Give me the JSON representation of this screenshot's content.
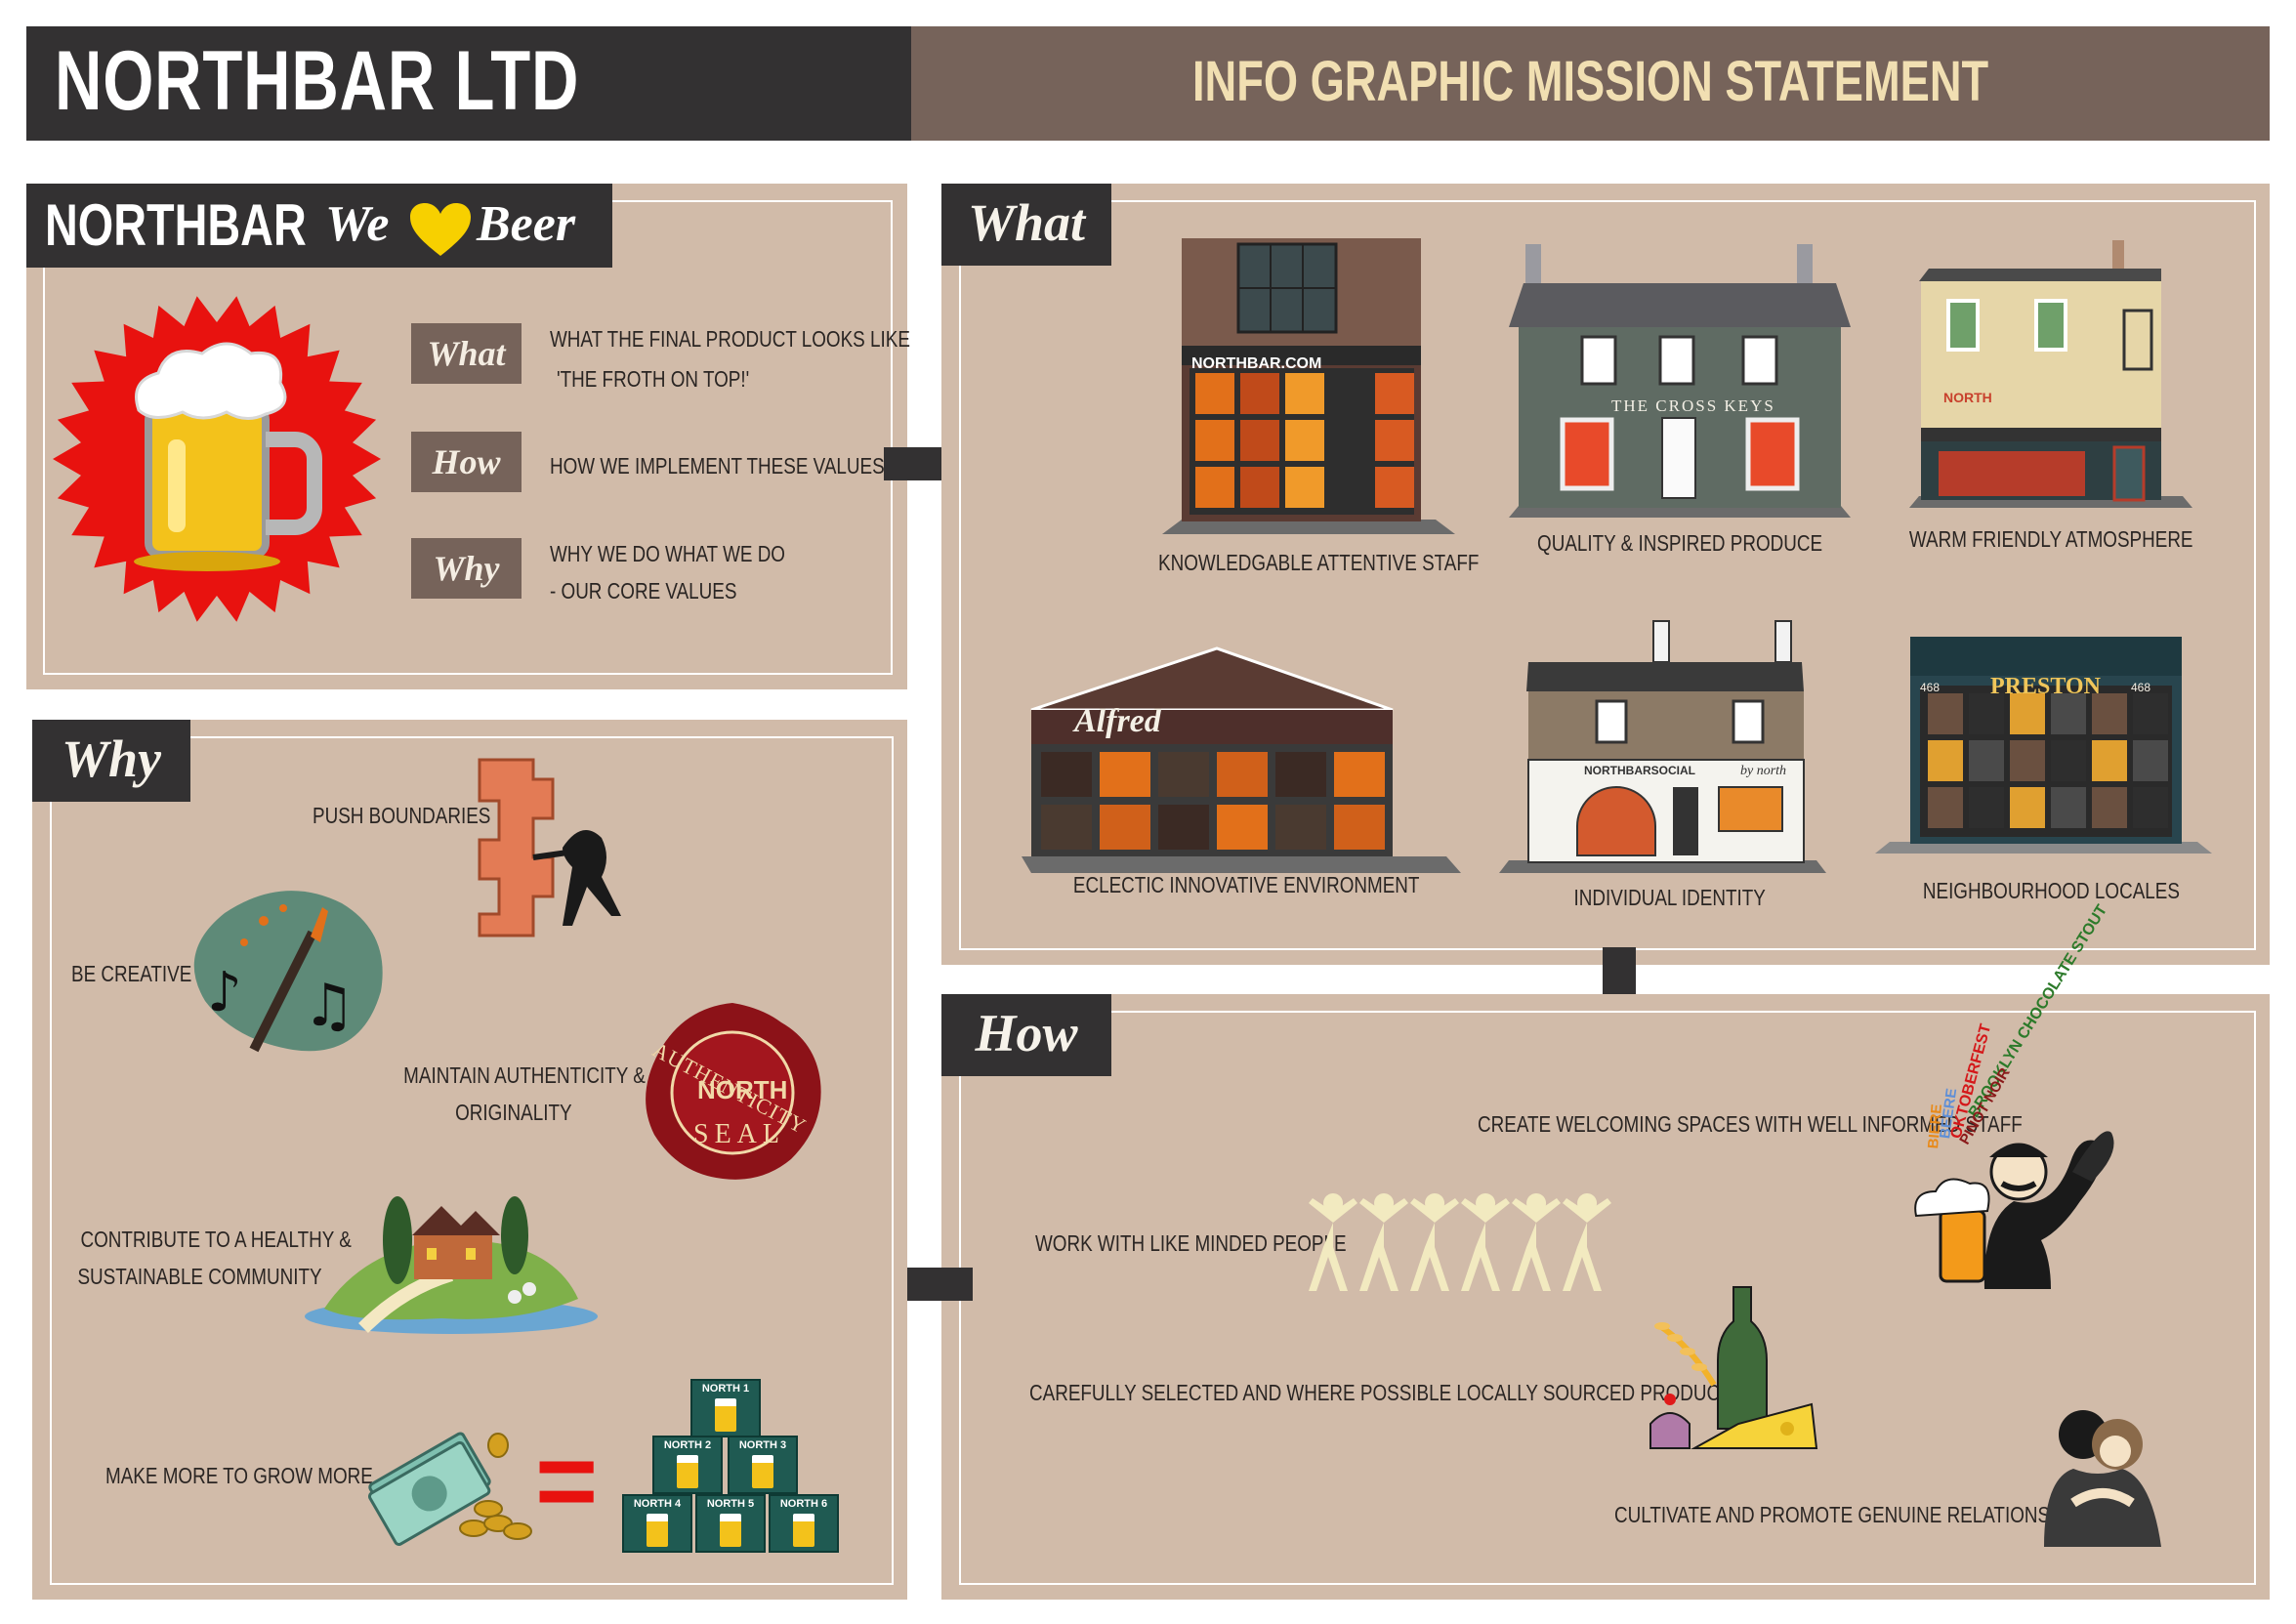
{
  "header": {
    "brand": "NORTHBAR LTD",
    "mission": "INFO GRAPHIC MISSION STATEMENT"
  },
  "intro": {
    "title": "NORTHBAR",
    "tagline_we": "We",
    "tagline_beer": "Beer",
    "rows": [
      {
        "tag": "What",
        "line1": "WHAT THE FINAL PRODUCT LOOKS LIKE",
        "line2": "'THE FROTH ON TOP!'"
      },
      {
        "tag": "How",
        "line1": "HOW WE IMPLEMENT THESE VALUES",
        "line2": ""
      },
      {
        "tag": "Why",
        "line1": "WHY WE DO WHAT WE DO",
        "line2": "- OUR CORE VALUES"
      }
    ]
  },
  "what": {
    "tag": "What",
    "items": [
      {
        "label": "KNOWLEDGABLE ATTENTIVE STAFF",
        "sign": "NORTHBAR.COM"
      },
      {
        "label": "QUALITY & INSPIRED PRODUCE",
        "sign": "THE CROSS KEYS"
      },
      {
        "label": "WARM FRIENDLY ATMOSPHERE",
        "sign": "NORTH"
      },
      {
        "label": "ECLECTIC INNOVATIVE ENVIRONMENT",
        "sign": "Alfred"
      },
      {
        "label": "INDIVIDUAL IDENTITY",
        "sign": "NORTHBARSOCIAL",
        "sign2": "by north"
      },
      {
        "label": "NEIGHBOURHOOD LOCALES",
        "sign": "PRESTON",
        "number": "468"
      }
    ]
  },
  "how": {
    "tag": "How",
    "items": [
      {
        "label": "CREATE WELCOMING SPACES  WITH WELL INFORMED STAFF"
      },
      {
        "label": "WORK WITH LIKE MINDED PEOPLE"
      },
      {
        "label": "CAREFULLY SELECTED AND WHERE POSSIBLE LOCALLY SOURCED PRODUCTS"
      },
      {
        "label": "CULTIVATE AND PROMOTE GENUINE RELATIONSHIPS"
      }
    ],
    "beer_words": [
      "BROOKLYN CHOCOLATE STOUT",
      "OKTOBERFEST",
      "BEERE",
      "BIERE",
      "PINOT NOIR"
    ]
  },
  "why": {
    "tag": "Why",
    "items": [
      {
        "line1": "PUSH BOUNDARIES",
        "line2": ""
      },
      {
        "line1": "BE CREATIVE",
        "line2": ""
      },
      {
        "line1": "MAINTAIN AUTHENTICITY &",
        "line2": "ORIGINALITY"
      },
      {
        "line1": "CONTRIBUTE TO A HEALTHY &",
        "line2": "SUSTAINABLE COMMUNITY"
      },
      {
        "line1": "MAKE MORE TO GROW MORE",
        "line2": ""
      }
    ],
    "seal": {
      "arc": "AUTHENTICITY",
      "mid": "NORTH",
      "bottom": "SEAL"
    },
    "blocks": [
      "NORTH 1",
      "NORTH 2",
      "NORTH 3",
      "NORTH 4",
      "NORTH 5",
      "NORTH 6"
    ],
    "equals": "="
  },
  "colors": {
    "dark": "#333132",
    "brown": "#76635a",
    "panel": "#d1bba9",
    "cream": "#f1dfb2",
    "red": "#e8120f",
    "beer": "#f3c21b",
    "heart": "#f7d000"
  }
}
